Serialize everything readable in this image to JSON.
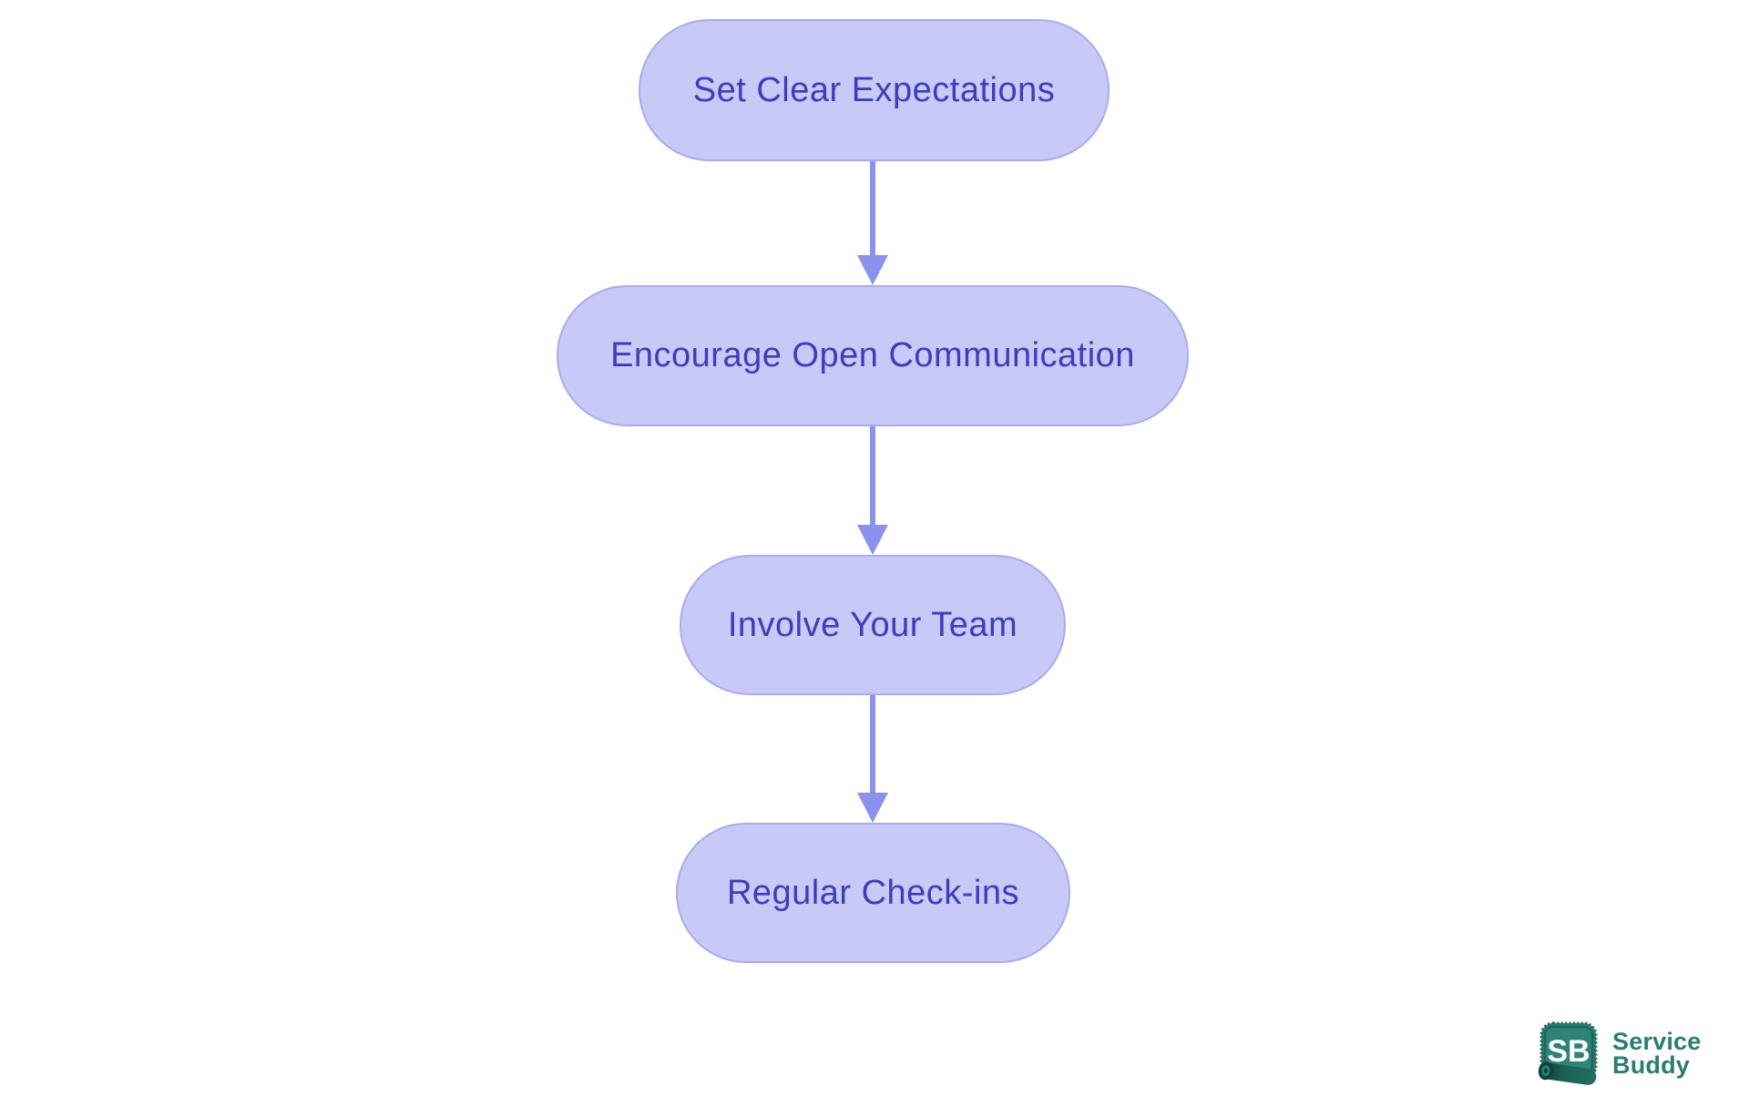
{
  "diagram": {
    "background_color": "#ffffff",
    "node_fill_color": "#c7c9f6",
    "node_border_color": "#a8abf1",
    "node_text_color": "#3c3dbf",
    "arrow_color": "#8b92ee",
    "nodes": [
      {
        "id": "set-clear-expectations",
        "label": "Set Clear Expectations"
      },
      {
        "id": "encourage-open-communication",
        "label": "Encourage Open Communication"
      },
      {
        "id": "involve-your-team",
        "label": "Involve Your Team"
      },
      {
        "id": "regular-check-ins",
        "label": "Regular Check-ins"
      }
    ],
    "edges": [
      {
        "from": "set-clear-expectations",
        "to": "encourage-open-communication"
      },
      {
        "from": "encourage-open-communication",
        "to": "involve-your-team"
      },
      {
        "from": "involve-your-team",
        "to": "regular-check-ins"
      }
    ]
  },
  "logo": {
    "icon_text": "SB",
    "name_line1": "Service",
    "name_line2": "Buddy",
    "brand_color": "#287e70",
    "brand_color_dark": "#1c675c"
  }
}
